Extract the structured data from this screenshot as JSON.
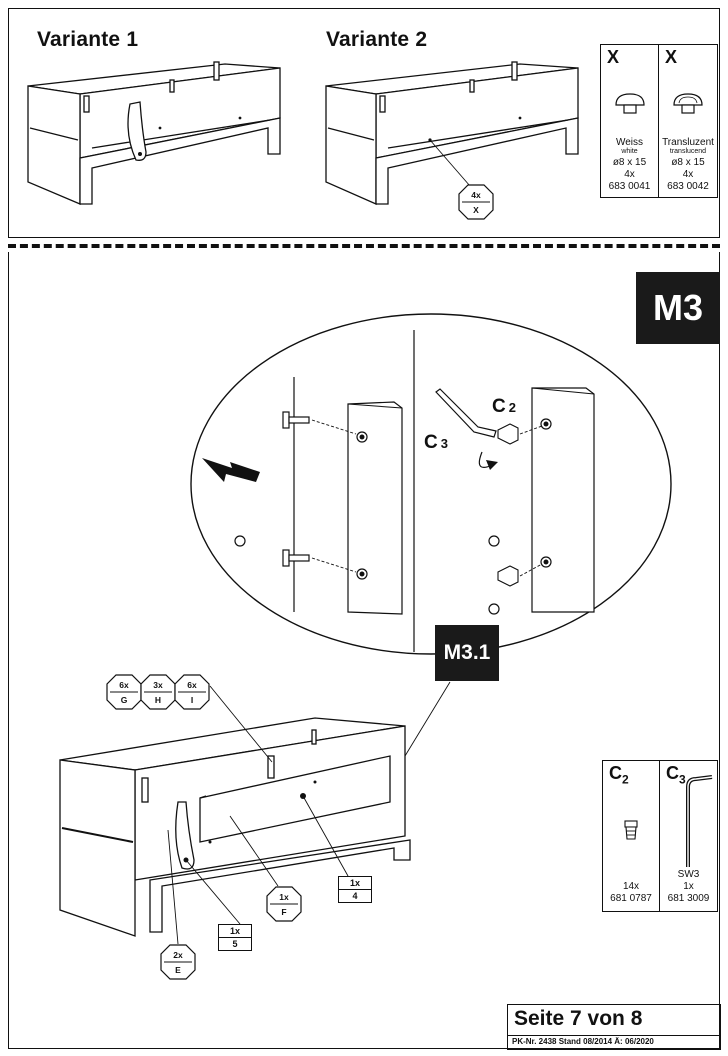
{
  "top": {
    "variant1_title": "Variante 1",
    "variant2_title": "Variante 2",
    "variant2_callout": {
      "qty": "4x",
      "part": "X"
    }
  },
  "parts_x": {
    "columns": [
      {
        "header": "X",
        "name": "Weiss",
        "sub": "white",
        "size": "ø8 x 15",
        "qty": "4x",
        "article": "683 0041"
      },
      {
        "header": "X",
        "name": "Transluzent",
        "sub": "translucend",
        "size": "ø8 x 15",
        "qty": "4x",
        "article": "683 0042"
      }
    ]
  },
  "step": {
    "label": "M3",
    "sub_label": "M3.1",
    "detail_labels": {
      "c2": "C",
      "c2_sub": "2",
      "c3": "C",
      "c3_sub": "3"
    }
  },
  "callouts": {
    "g": {
      "qty": "6x",
      "part": "G"
    },
    "h": {
      "qty": "3x",
      "part": "H"
    },
    "i": {
      "qty": "6x",
      "part": "I"
    },
    "f": {
      "qty": "1x",
      "part": "F"
    },
    "e": {
      "qty": "2x",
      "part": "E"
    },
    "box4": {
      "qty": "1x",
      "part": "4"
    },
    "box5": {
      "qty": "1x",
      "part": "5"
    }
  },
  "parts_c": {
    "columns": [
      {
        "header": "C",
        "header_sub": "2",
        "tool": "",
        "qty": "14x",
        "article": "681 0787"
      },
      {
        "header": "C",
        "header_sub": "3",
        "tool": "SW3",
        "qty": "1x",
        "article": "681 3009"
      }
    ]
  },
  "footer": {
    "page": "Seite 7 von 8",
    "meta": "PK-Nr. 2438   Stand 08/2014   Ä: 06/2020"
  }
}
